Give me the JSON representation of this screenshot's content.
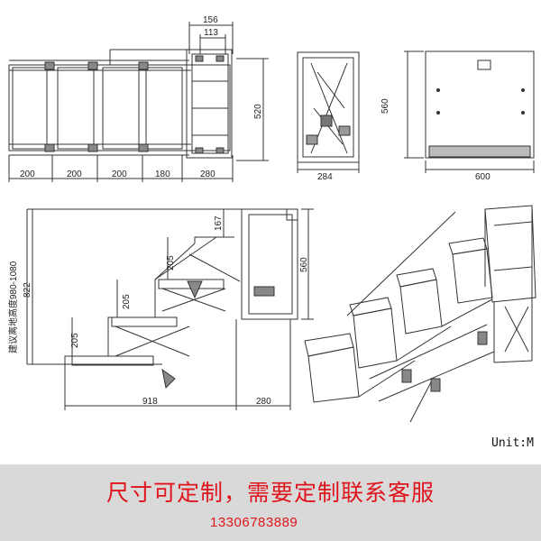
{
  "top_view": {
    "dims_bottom": [
      "200",
      "200",
      "200",
      "180",
      "280"
    ],
    "dim_top_outer": "156",
    "dim_top_inner": "113",
    "dim_height": "520"
  },
  "side_view_small": {
    "dim_width": "284"
  },
  "front_view": {
    "dim_height": "560",
    "dim_width": "600"
  },
  "elevation": {
    "dim_step1": "205",
    "dim_step2": "205",
    "dim_step3": "205",
    "dim_top": "167",
    "dim_total": "822",
    "dim_total_height": "560",
    "dim_length": "918",
    "dim_depth": "280",
    "recommend_label": "建议离地高度980-1080"
  },
  "unit_label": "Unit:M",
  "banner": {
    "title": "尺寸可定制，需要定制联系客服",
    "phone": "13306783889"
  },
  "colors": {
    "banner_bg": "#d9d9d9",
    "banner_text": "#e0141c",
    "line": "#333333"
  }
}
